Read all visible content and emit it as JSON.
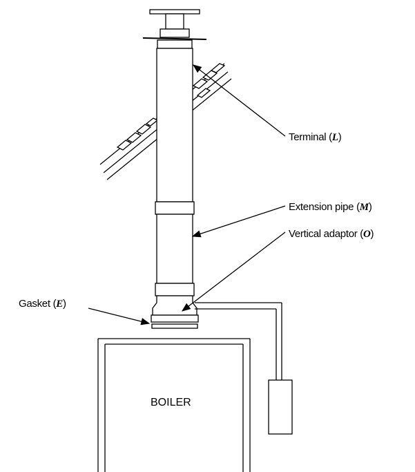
{
  "labels": {
    "terminal": {
      "text": "Terminal (",
      "letter": "L",
      "close": ")"
    },
    "extension": {
      "text": "Extension pipe (",
      "letter": "M",
      "close": ")"
    },
    "adaptor": {
      "text": "Vertical adaptor (",
      "letter": "O",
      "close": ")"
    },
    "gasket": {
      "text": "Gasket (",
      "letter": "E",
      "close": ")"
    },
    "boiler": "BOILER"
  }
}
